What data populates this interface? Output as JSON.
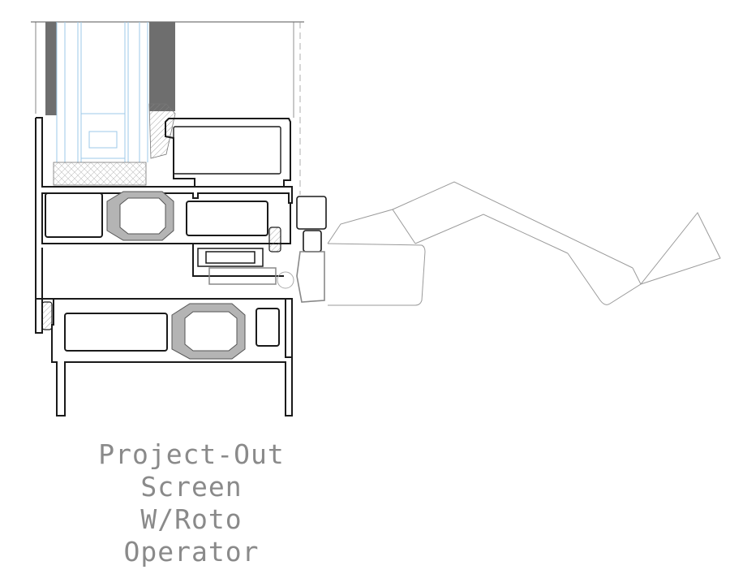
{
  "caption": {
    "lines": [
      "Project-Out",
      "Screen",
      "W/Roto",
      "Operator"
    ]
  },
  "colors": {
    "outline": "#1a1a1a",
    "thin_line": "#9a9a9a",
    "glass": "#9ec9e8",
    "gasket_dark": "#6e6e6e",
    "thermal_break": "#b4b4b4"
  }
}
